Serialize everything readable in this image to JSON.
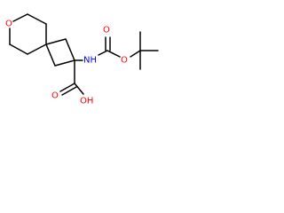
{
  "molecule": {
    "atoms": {
      "ring_oxygen": "O",
      "amine": "NH",
      "carbamate_carbonyl_oxygen": "O",
      "carbamate_ester_oxygen": "O",
      "acid_carbonyl_oxygen": "O",
      "acid_hydroxyl": "OH"
    }
  },
  "colors": {
    "bond": "#000000",
    "oxygen": "#ff0000",
    "nitrogen": "#0000ff"
  }
}
